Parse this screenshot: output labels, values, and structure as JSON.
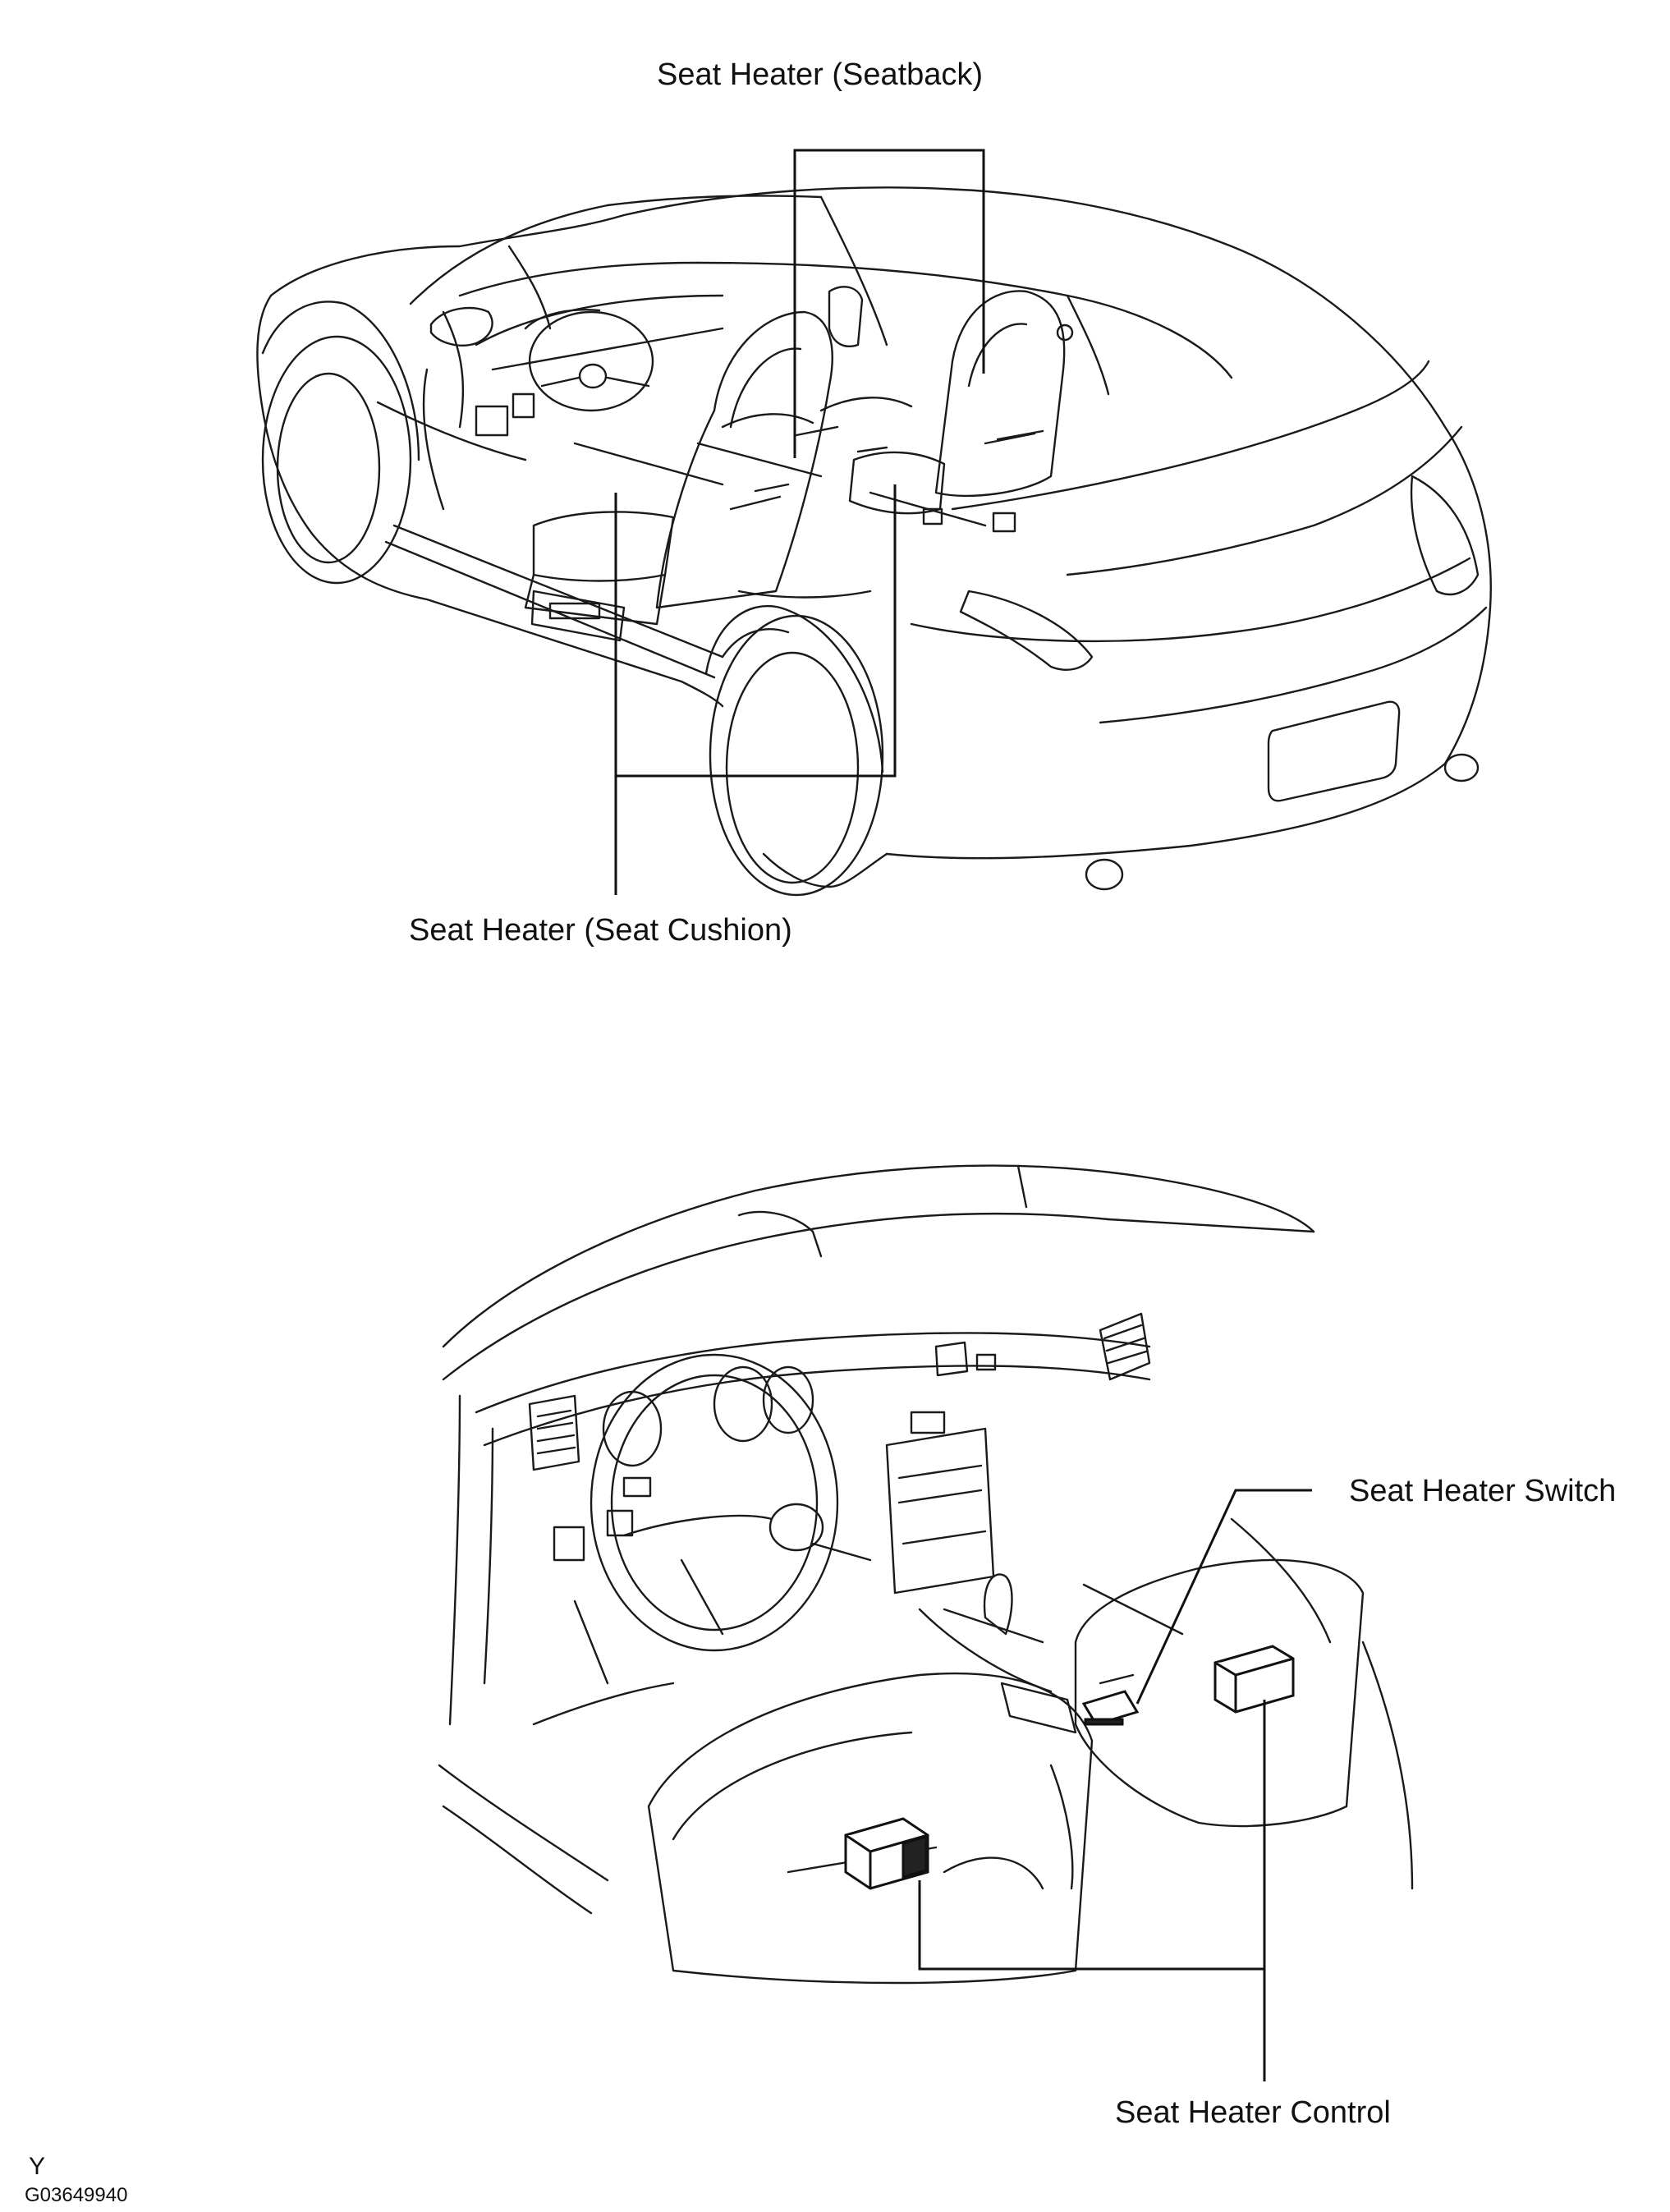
{
  "labels": {
    "seatback": "Seat Heater (Seatback)",
    "cushion": "Seat Heater (Seat Cushion)",
    "switch": "Seat Heater Switch",
    "control": "Seat Heater Control"
  },
  "footer": {
    "code_letter": "Y",
    "figure_id": "G03649940"
  },
  "colors": {
    "line": "#1a1a1a",
    "background": "#ffffff"
  }
}
